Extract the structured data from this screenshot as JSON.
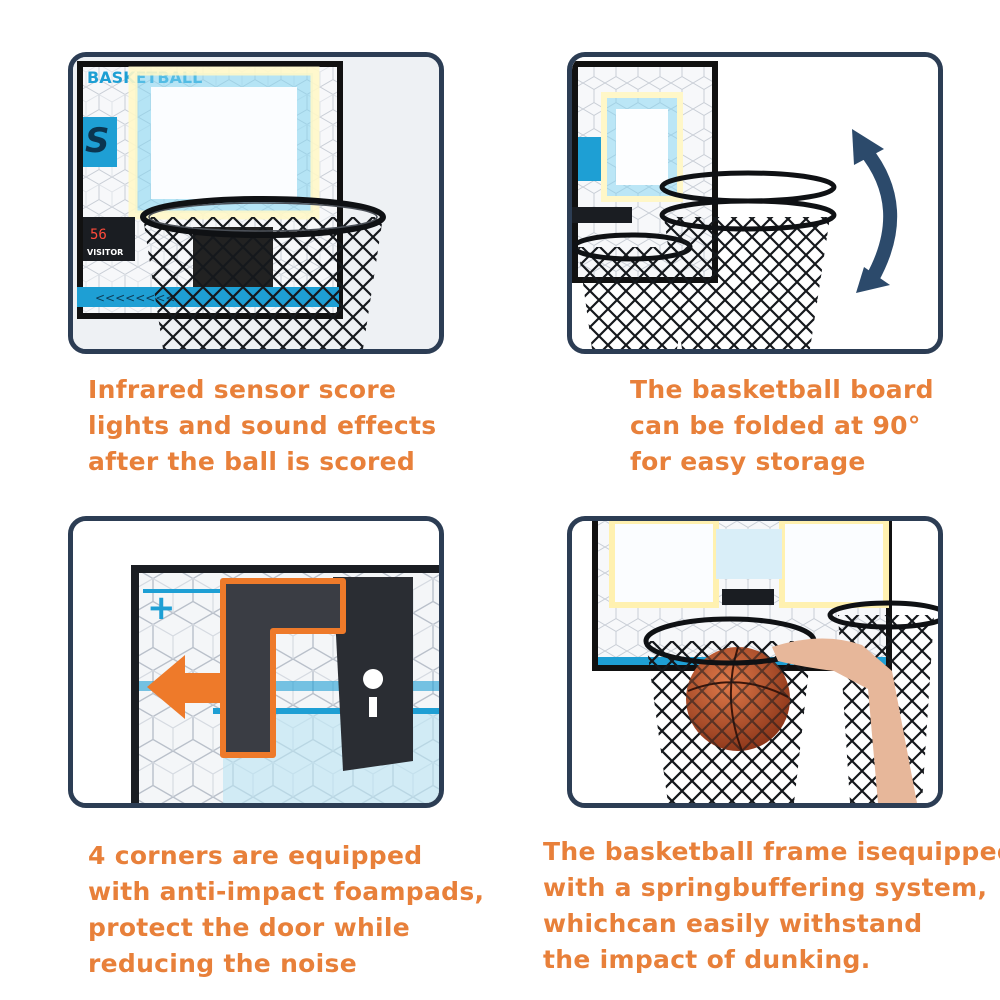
{
  "panels": [
    {
      "scene": "infrared-score-hoop",
      "board_text": "BASKETBALL",
      "display_value": "56",
      "display_label": "VISITOR",
      "caption": [
        "Infrared sensor score",
        "lights and sound effects",
        "after the ball is scored"
      ]
    },
    {
      "scene": "foldable-board",
      "icon": "curved-double-arrow-icon",
      "caption": [
        "The basketball board",
        "can be folded at 90°",
        "for easy storage"
      ]
    },
    {
      "scene": "door-hook-foampad",
      "icon": "left-arrow-icon",
      "caption": [
        "4 corners are equipped",
        "with anti-impact foampads,",
        "protect the door while",
        "reducing the noise"
      ]
    },
    {
      "scene": "spring-rim-dunk",
      "caption": [
        "The basketball frame isequipped",
        "with a springbuffering system,",
        "whichcan easily withstand",
        "the impact of dunking."
      ]
    }
  ],
  "colors": {
    "caption": "#e8803a",
    "panel_border": "#2c3d54",
    "accent_blue": "#1e9fd4",
    "arrow_orange": "#ee7a2a",
    "arrow_navy": "#2c4a6b"
  }
}
